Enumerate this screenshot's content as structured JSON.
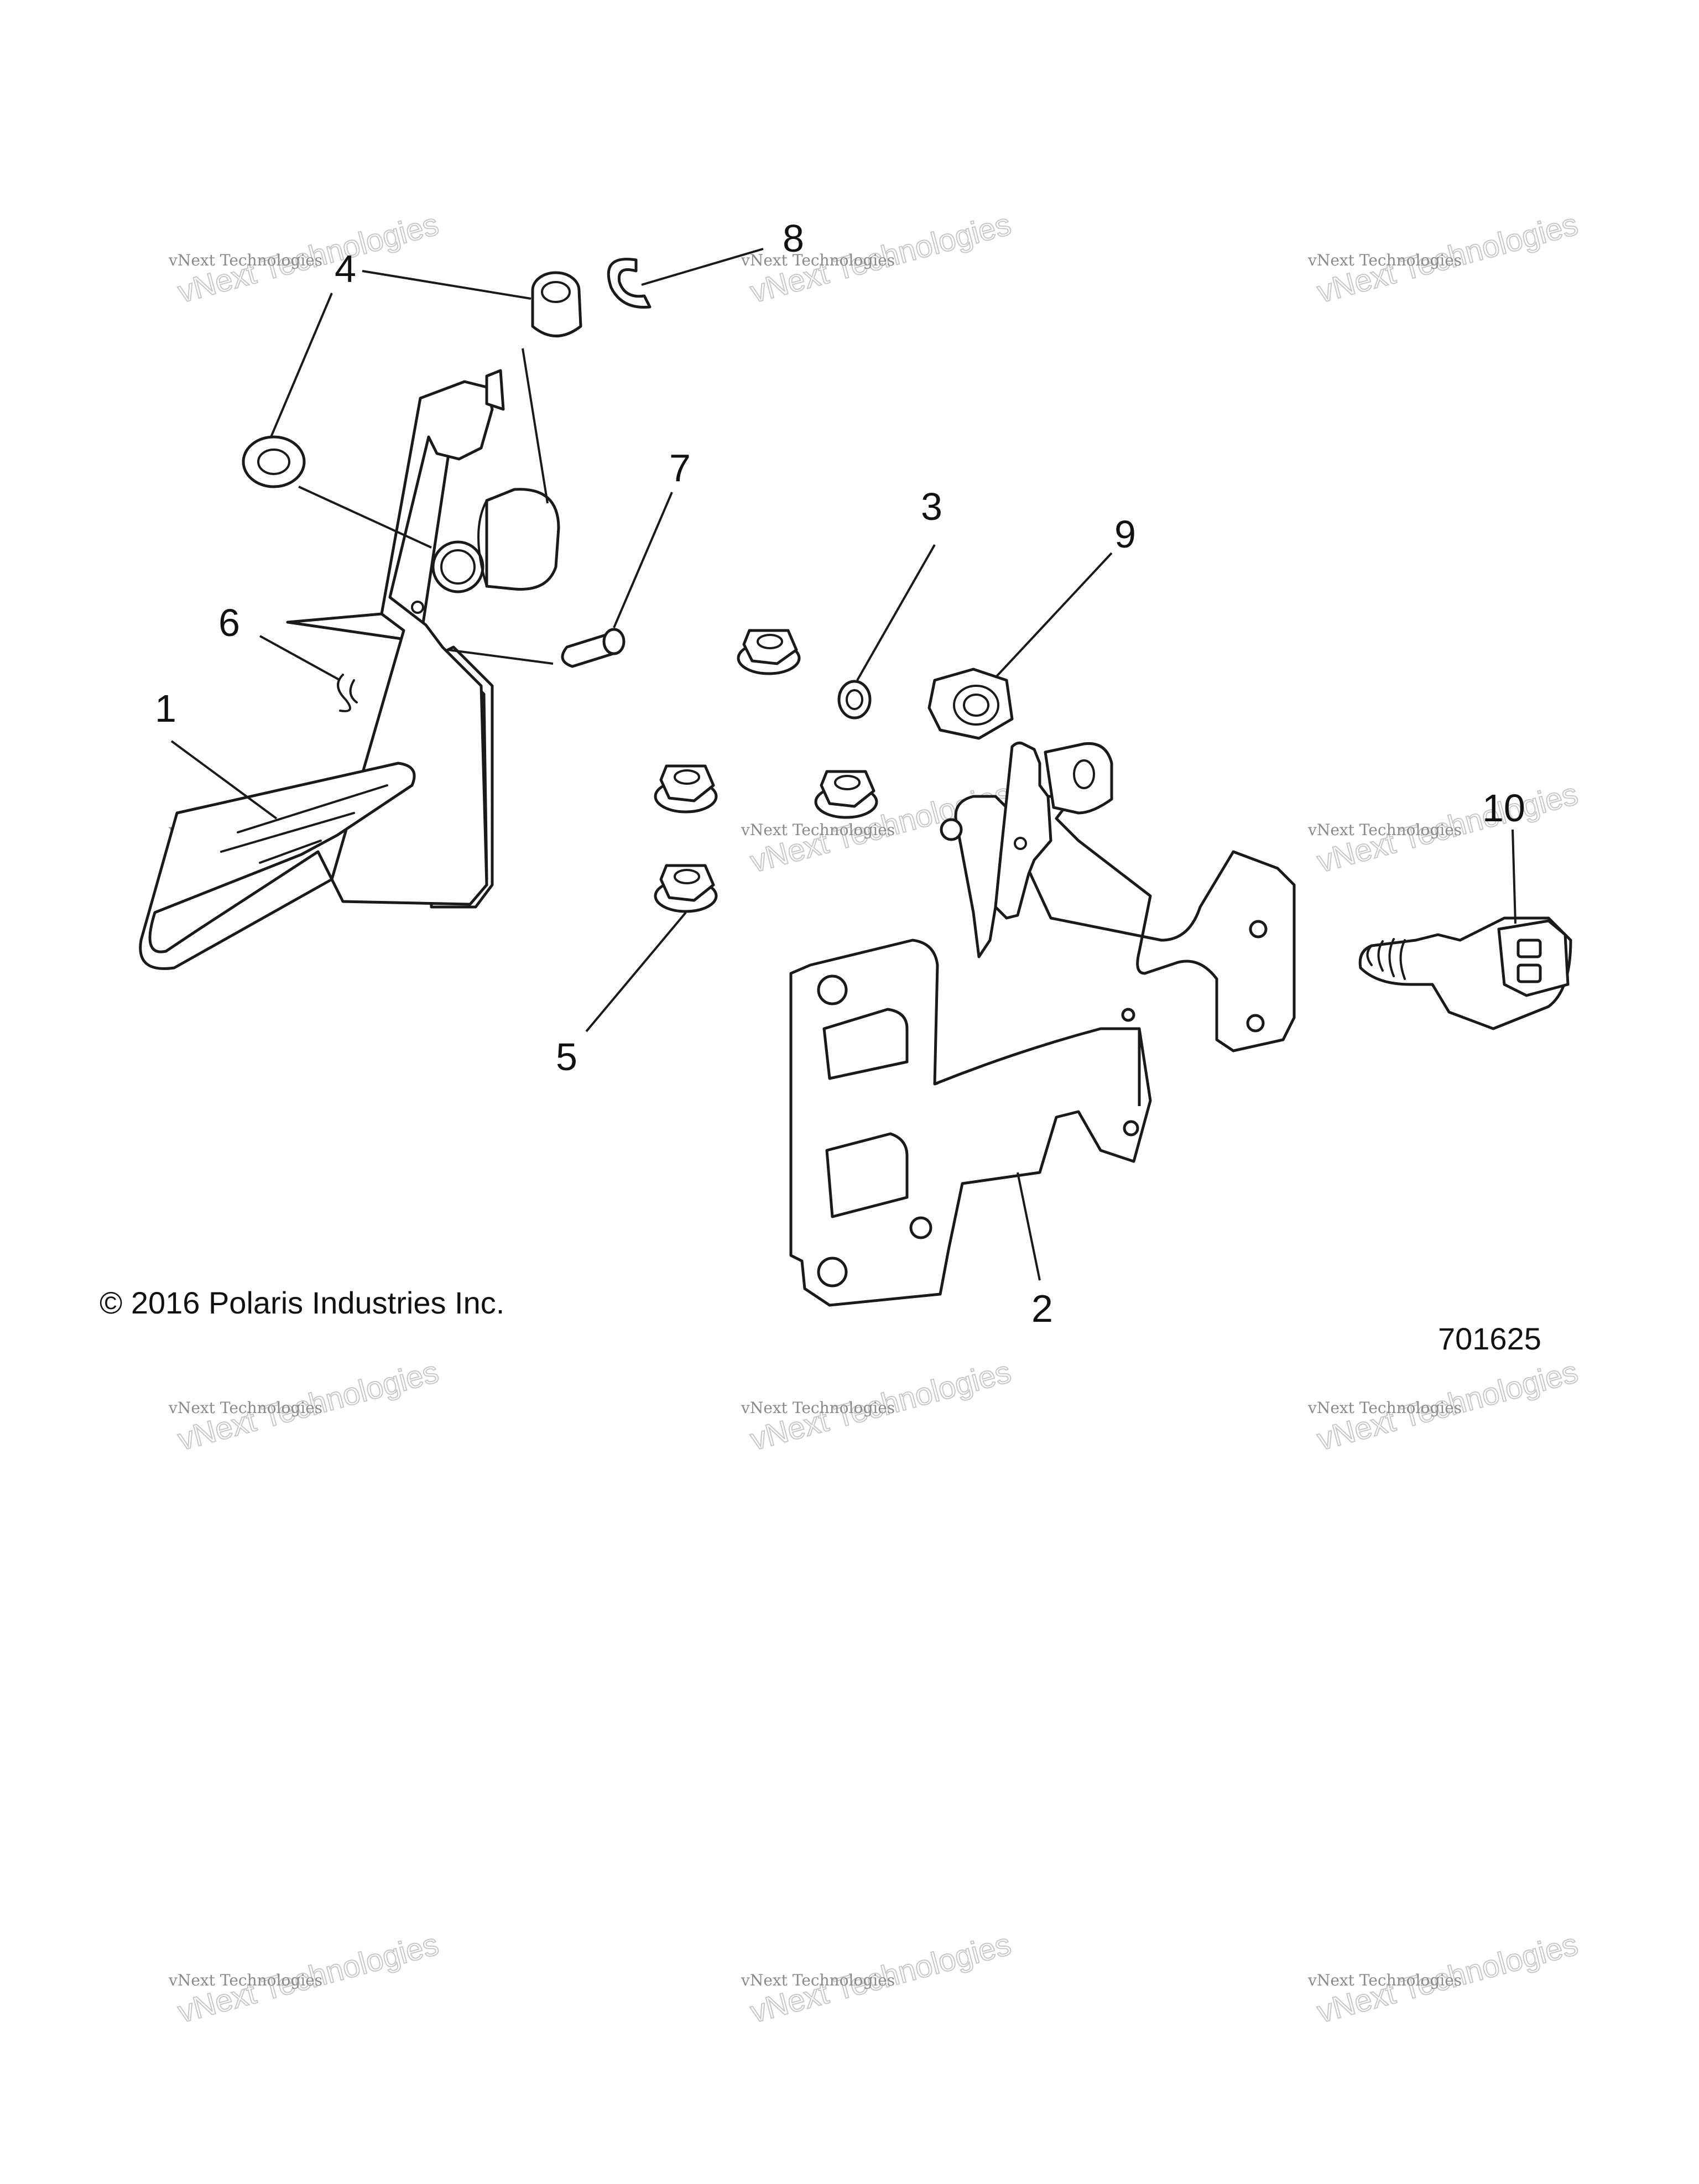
{
  "diagram": {
    "callouts": [
      "1",
      "2",
      "3",
      "4",
      "5",
      "6",
      "7",
      "8",
      "9",
      "10"
    ],
    "copyright": "© 2016 Polaris Industries Inc.",
    "part_number": "701625",
    "watermark": {
      "line1": "vNext Technologies",
      "line2": "vNext Technologies"
    }
  }
}
